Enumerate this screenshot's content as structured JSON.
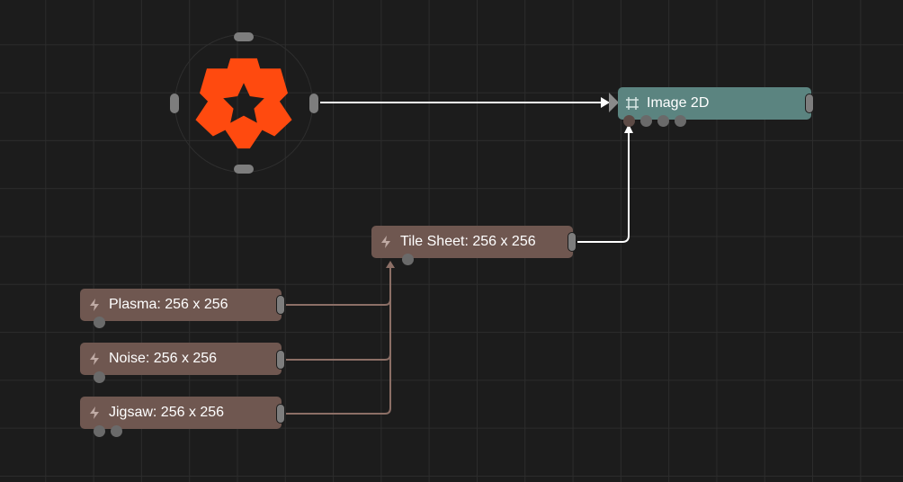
{
  "canvas": {
    "background": "#1c1c1c",
    "grid_color": "#2c2c2c",
    "wire_color_primary": "#ffffff",
    "wire_color_secondary": "#8c6f66"
  },
  "logo": {
    "icon": "orange-gear-star-logo",
    "color": "#ff4a0f"
  },
  "nodes": {
    "image2d": {
      "label": "Image 2D",
      "icon": "frame-icon",
      "color": "#5b8480"
    },
    "tile_sheet": {
      "label": "Tile Sheet: 256 x 256",
      "icon": "lightning-icon",
      "color": "#6f5750"
    },
    "plasma": {
      "label": "Plasma: 256 x 256",
      "icon": "lightning-icon",
      "color": "#6f5750"
    },
    "noise": {
      "label": "Noise: 256 x 256",
      "icon": "lightning-icon",
      "color": "#6f5750"
    },
    "jigsaw": {
      "label": "Jigsaw: 256 x 256",
      "icon": "lightning-icon",
      "color": "#6f5750"
    }
  }
}
